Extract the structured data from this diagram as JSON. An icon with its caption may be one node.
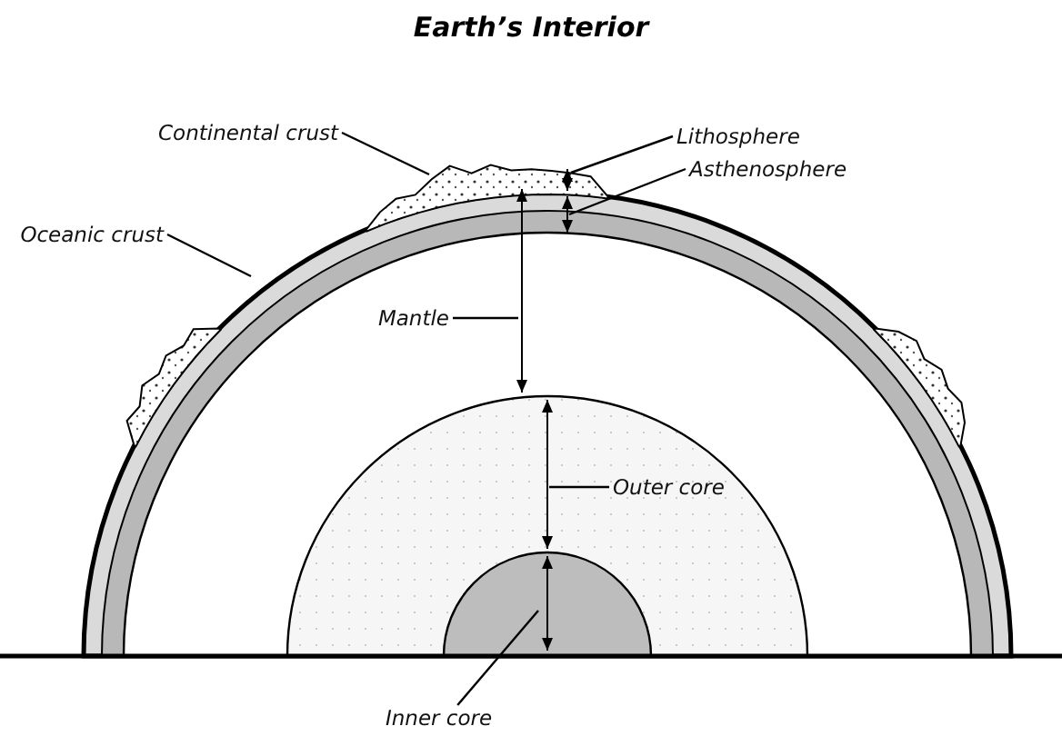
{
  "diagram": {
    "title": "Earth’s Interior",
    "nodes": [
      {
        "text": [
          "Continental crust"
        ]
      },
      {
        "text": [
          "Lithosphere"
        ]
      },
      {
        "text": [
          "Asthenosphere"
        ]
      },
      {
        "text": [
          "Oceanic crust"
        ]
      },
      {
        "text": [
          "Mantle"
        ]
      },
      {
        "text": [
          "Outer core"
        ]
      },
      {
        "text": [
          "Inner core"
        ]
      }
    ],
    "edges": [
      {
        "from": 0,
        "to": null,
        "arrow": "none"
      },
      {
        "from": 1,
        "to": null,
        "arrow": "none"
      },
      {
        "from": 2,
        "to": null,
        "arrow": "none"
      },
      {
        "from": 3,
        "to": null,
        "arrow": "none"
      },
      {
        "from": 4,
        "to": null,
        "arrow": "none"
      },
      {
        "from": 5,
        "to": null,
        "arrow": "none"
      },
      {
        "from": 6,
        "to": null,
        "arrow": "none"
      }
    ]
  }
}
